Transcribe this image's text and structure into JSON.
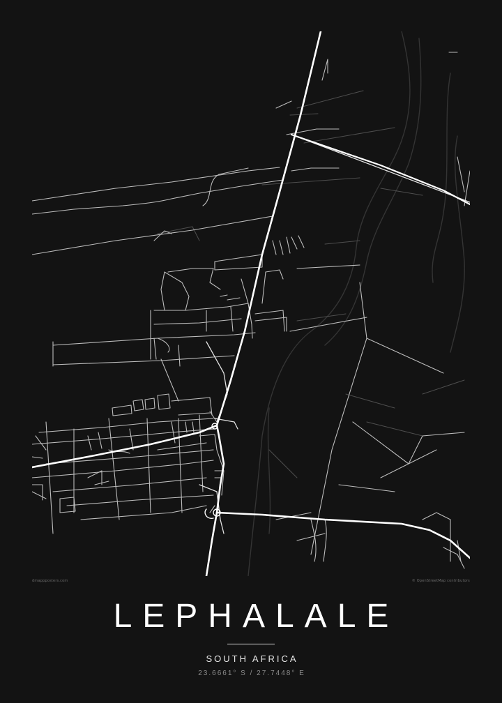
{
  "poster": {
    "city": "LEPHALALE",
    "country": "SOUTH AFRICA",
    "coordinates": "23.6661° S / 27.7448° E",
    "credit_left": "dmappposters.com",
    "credit_right": "© OpenStreetMap contributors"
  },
  "colors": {
    "background": "#131313",
    "road_major": "#ffffff",
    "road_minor": "#cfcfcf",
    "road_faint": "#5a5a5a",
    "water_line": "#3a3a3a",
    "title_text": "#ffffff"
  },
  "icons": []
}
